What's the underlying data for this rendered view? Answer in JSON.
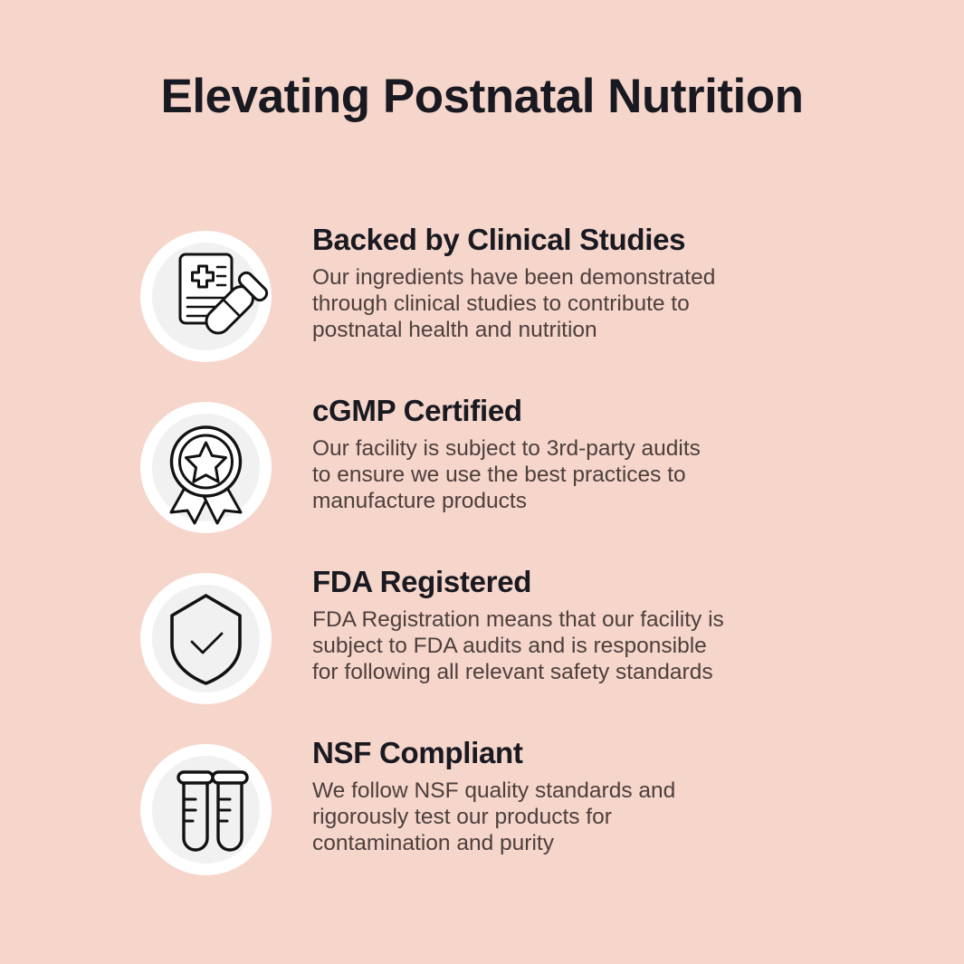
{
  "page": {
    "title": "Elevating Postnatal Nutrition",
    "background_color": "#f6d5ca",
    "heading_color": "#191921",
    "body_text_color": "#4c403d",
    "icon_ring_color": "#ffffff",
    "icon_disc_color": "#f2f1f1",
    "icon_stroke_color": "#121212"
  },
  "features": [
    {
      "icon": "clinical-document-test-tube-icon",
      "title": "Backed by Clinical Studies",
      "description": "Our ingredients have been demonstrated through clinical studies to contribute to postnatal health and nutrition",
      "lines": [
        "Our ingredients have been demonstrated",
        "through clinical studies to contribute to",
        "postnatal health and nutrition"
      ]
    },
    {
      "icon": "award-medal-star-icon",
      "title": "cGMP Certified",
      "description": "Our facility is subject to 3rd-party audits to ensure we use the best practices to manufacture products",
      "lines": [
        "Our facility is subject to 3rd-party audits",
        "to ensure we use the best practices to",
        "manufacture products"
      ]
    },
    {
      "icon": "shield-check-icon",
      "title": "FDA Registered",
      "description": "FDA Registration means that our facility is subject to FDA audits and is responsible for following all relevant safety standards",
      "lines": [
        "FDA Registration means that our facility is",
        "subject to FDA audits and is responsible",
        "for following all relevant safety standards"
      ]
    },
    {
      "icon": "test-tubes-icon",
      "title": "NSF Compliant",
      "description": "We follow NSF quality standards and rigorously test our products for contamination and purity",
      "lines": [
        "We follow NSF quality standards and",
        "rigorously test our products for",
        "contamination and purity"
      ]
    }
  ]
}
